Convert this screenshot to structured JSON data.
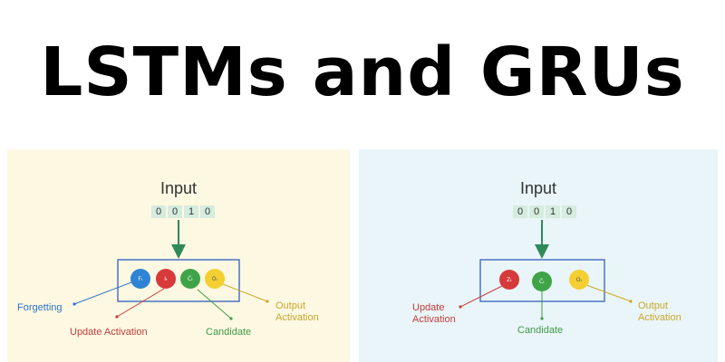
{
  "title": "LSTMs and GRUs",
  "lstm": {
    "input_label": "Input",
    "bits": [
      "0",
      "0",
      "1",
      "0"
    ],
    "gates": [
      {
        "symbol": "Fₜ",
        "color": "#2e83d3"
      },
      {
        "symbol": "Iₜ",
        "color": "#d73a3a"
      },
      {
        "symbol": "C̃ₜ",
        "color": "#3fa447"
      },
      {
        "symbol": "Oₜ",
        "color": "#f4cf32"
      }
    ],
    "labels": {
      "forgetting": "Forgetting",
      "update": "Update Activation",
      "candidate": "Candidate",
      "output_line1": "Output",
      "output_line2": "Activation"
    }
  },
  "gru": {
    "input_label": "Input",
    "bits": [
      "0",
      "0",
      "1",
      "0"
    ],
    "gates": [
      {
        "symbol": "Zₜ",
        "color": "#d73a3a"
      },
      {
        "symbol": "C̃ₜ",
        "color": "#3fa447"
      },
      {
        "symbol": "Oₜ",
        "color": "#f4cf32"
      }
    ],
    "labels": {
      "update_line1": "Update",
      "update_line2": "Activation",
      "candidate": "Candidate",
      "output_line1": "Output",
      "output_line2": "Activation"
    }
  },
  "colors": {
    "box_border": "#4a73c4",
    "arrow": "#2f8a5a",
    "label_blue": "#2e73c8",
    "label_red": "#c73b3b",
    "label_green": "#3f9a46",
    "label_yellow": "#caa62a"
  }
}
